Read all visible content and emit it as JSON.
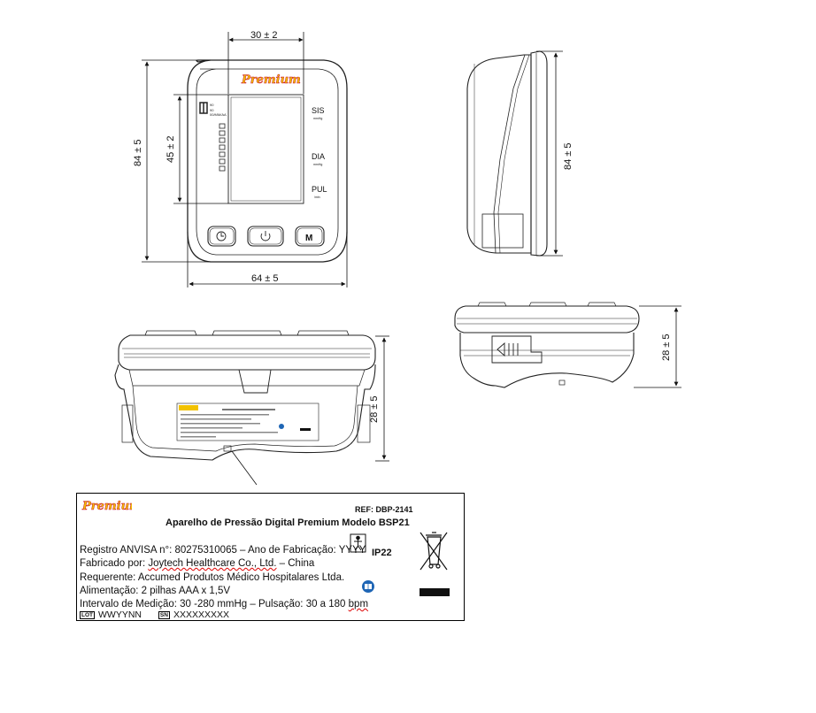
{
  "dimensions": {
    "front_top": "30 ± 2",
    "front_height": "84 ± 5",
    "front_screen": "45 ± 2",
    "front_width": "64 ± 5",
    "side_height": "84 ± 5",
    "top_view_depth": "28 ± 5",
    "rear_depth": "28 ± 5"
  },
  "device": {
    "brand": "Premium",
    "indicators": [
      "SIS",
      "DIA",
      "PUL"
    ],
    "indicator_units": [
      "mmHg",
      "mmHg",
      "/min"
    ],
    "buttons": [
      "clock-button",
      "power-button",
      "memory-button"
    ],
    "memory_label": "M"
  },
  "label": {
    "brand": "Premium",
    "ref": "REF: DBP-2141",
    "title": "Aparelho de Pressão Digital Premium Modelo BSP21",
    "registro": "Registro ANVISA n°: 80275310065 – Ano de Fabricação: YYYY",
    "fabricado_prefix": "Fabricado por: ",
    "fabricado_company": "Joytech Healthcare Co., Ltd.",
    "fabricado_suffix": " –  China",
    "requerente": "Requerente: Accumed Produtos Médico Hospitalares Ltda.",
    "alimentacao": "Alimentação: 2 pilhas AAA x 1,5V",
    "intervalo_prefix": "Intervalo de Medição: 30 -280 mmHg – Pulsação: 30 a 180 ",
    "intervalo_unit": "bpm",
    "ip": "IP22",
    "lot_tag": "LOT",
    "lot_value": "WWYYNN",
    "sn_tag": "SN",
    "sn_value": "XXXXXXXXX"
  },
  "colors": {
    "logo_yellow": "#f2c200",
    "logo_red": "#c8102e",
    "line": "#222222",
    "icon_blue": "#1f66b5"
  }
}
